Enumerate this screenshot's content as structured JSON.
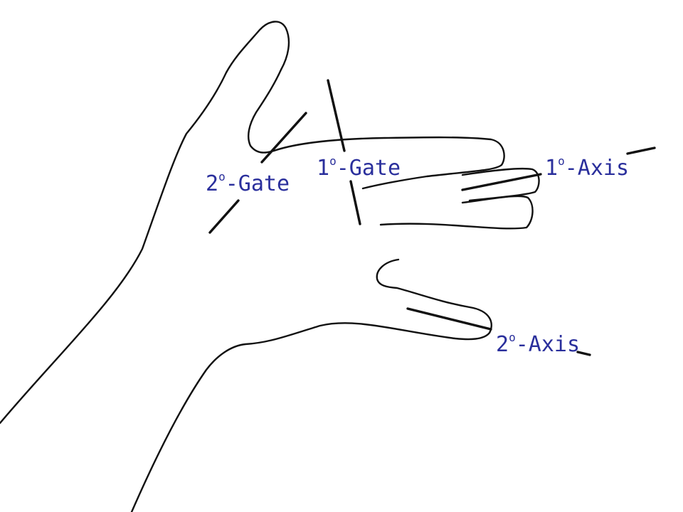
{
  "labels": {
    "primary_gate": {
      "num": "1",
      "deg": "o",
      "text": "-Gate"
    },
    "secondary_gate": {
      "num": "2",
      "deg": "o",
      "text": "-Gate"
    },
    "primary_axis": {
      "num": "1",
      "deg": "o",
      "text": "-Axis"
    },
    "secondary_axis": {
      "num": "2",
      "deg": "o",
      "text": "-Axis"
    }
  },
  "colors": {
    "label": "#2a2f9c",
    "line": "#111111",
    "background": "#ffffff"
  }
}
